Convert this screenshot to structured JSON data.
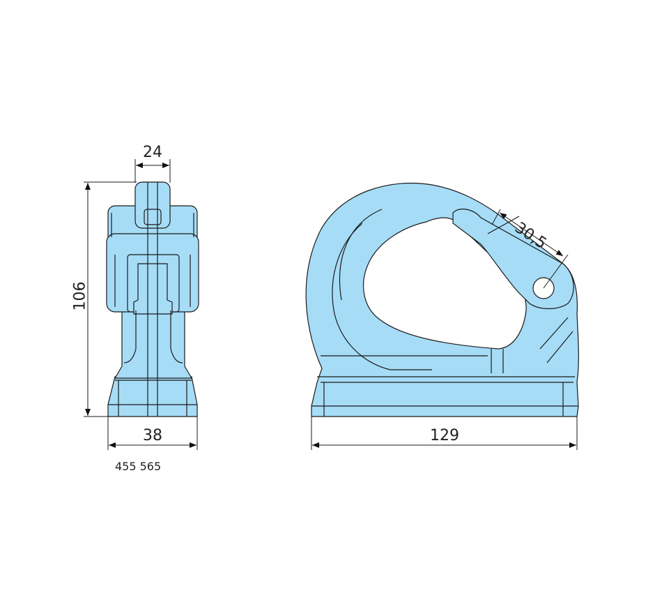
{
  "drawing": {
    "part_number": "455 565",
    "fill_color": "#a6dcf6",
    "line_color": "#1a1a1a",
    "dimensions": {
      "front_top_width": "24",
      "front_height": "106",
      "front_base_width": "38",
      "side_base_length": "129",
      "latch_length": "30,5"
    }
  }
}
